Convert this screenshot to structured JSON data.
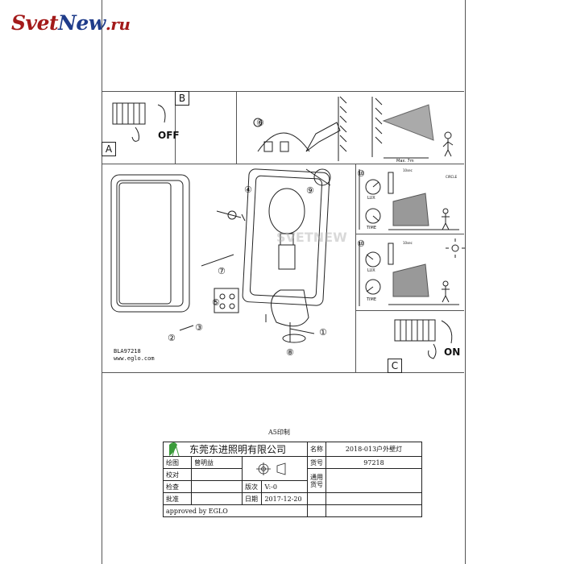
{
  "logo": {
    "part1": "Svet",
    "part2": "New",
    "part3": ".ru"
  },
  "panels": {
    "a": "A",
    "b": "B",
    "c": "C"
  },
  "switch": {
    "off": "OFF",
    "on": "ON"
  },
  "model": {
    "code": "BLA97218",
    "website": "www.eglo.com"
  },
  "print_size": "A5印制",
  "title_block": {
    "company": "东莞东进照明有限公司",
    "name_label": "名称",
    "name_value": "2018-013户外壁灯",
    "drawing_label": "绘图",
    "drawing_value": "曾明益",
    "part_no_label": "货号",
    "part_no_value": "97218",
    "check_label": "校对",
    "inspect_label": "检查",
    "version_label": "版次",
    "version_value": "V:-0",
    "general_label": "通用",
    "general_label2": "货号",
    "approve_label": "批准",
    "date_label": "日期",
    "date_value": "2017-12-20",
    "approved_by": "approved by EGLO"
  },
  "step_numbers": {
    "s1": "①",
    "s2": "②",
    "s3": "③",
    "s4": "④",
    "s5": "⑤",
    "s6": "⑥",
    "s7": "⑦",
    "s8": "⑧",
    "s9": "⑨",
    "s10a": "⑩",
    "s10b": "⑩"
  },
  "sensor": {
    "lux": "LUX",
    "time": "TIME",
    "max": "Max. 7m",
    "t10": "10sec",
    "circle": "CIRCLE"
  },
  "watermark": "SVETNEW"
}
